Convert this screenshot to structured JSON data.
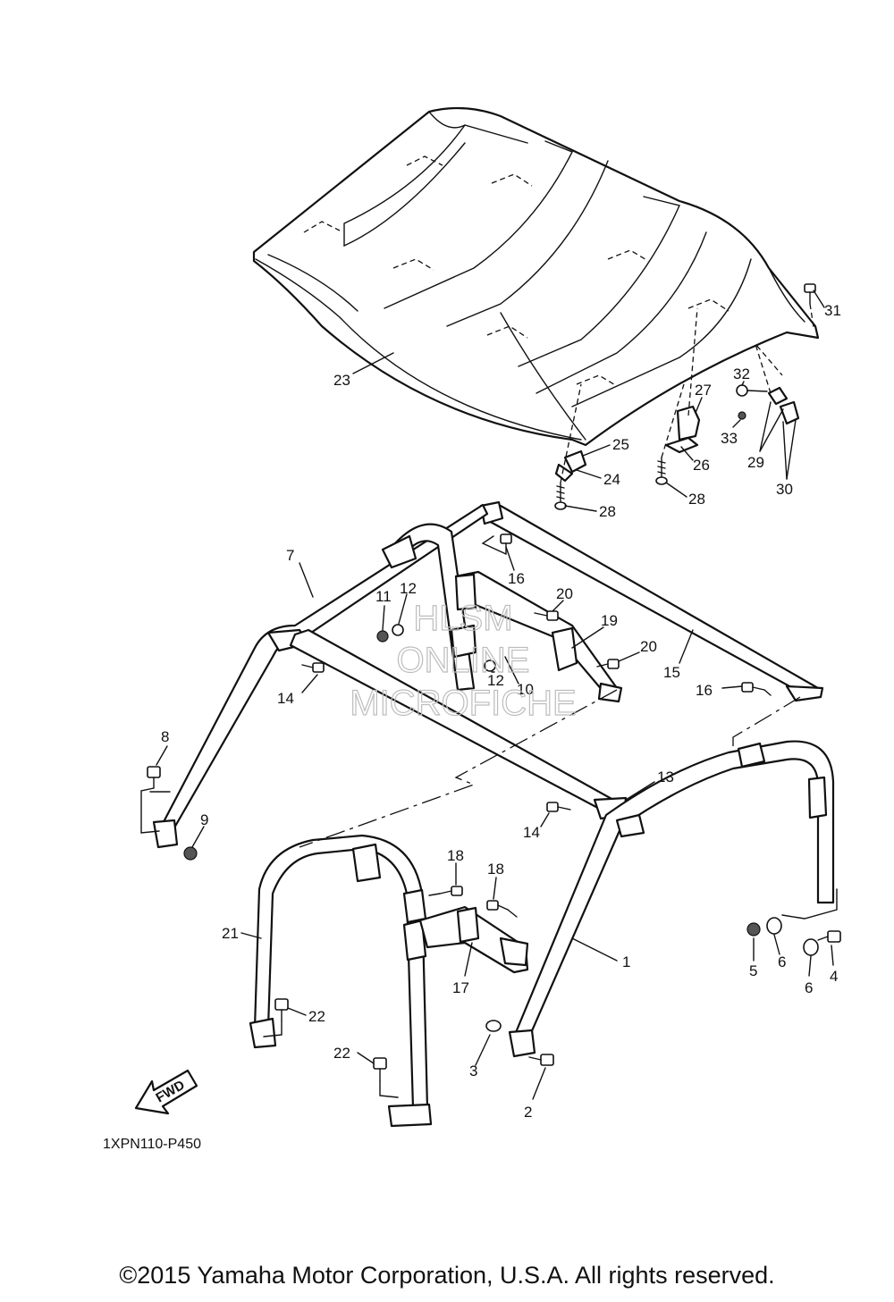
{
  "diagram": {
    "drawing_code": "1XPN110-P450",
    "direction_label": "FWD",
    "watermark": [
      "HLSM",
      "ONLINE",
      "MICROFICHE"
    ],
    "copyright": "©2015 Yamaha Motor Corporation, U.S.A. All rights reserved.",
    "callouts": [
      {
        "id": "1",
        "text": "1"
      },
      {
        "id": "2",
        "text": "2"
      },
      {
        "id": "3",
        "text": "3"
      },
      {
        "id": "4",
        "text": "4"
      },
      {
        "id": "5",
        "text": "5"
      },
      {
        "id": "6a",
        "text": "6"
      },
      {
        "id": "6b",
        "text": "6"
      },
      {
        "id": "7",
        "text": "7"
      },
      {
        "id": "8",
        "text": "8"
      },
      {
        "id": "9",
        "text": "9"
      },
      {
        "id": "10",
        "text": "10"
      },
      {
        "id": "11",
        "text": "11"
      },
      {
        "id": "12a",
        "text": "12"
      },
      {
        "id": "12b",
        "text": "12"
      },
      {
        "id": "13",
        "text": "13"
      },
      {
        "id": "14a",
        "text": "14"
      },
      {
        "id": "14b",
        "text": "14"
      },
      {
        "id": "15",
        "text": "15"
      },
      {
        "id": "16a",
        "text": "16"
      },
      {
        "id": "16b",
        "text": "16"
      },
      {
        "id": "17",
        "text": "17"
      },
      {
        "id": "18a",
        "text": "18"
      },
      {
        "id": "18b",
        "text": "18"
      },
      {
        "id": "19",
        "text": "19"
      },
      {
        "id": "20a",
        "text": "20"
      },
      {
        "id": "20b",
        "text": "20"
      },
      {
        "id": "21",
        "text": "21"
      },
      {
        "id": "22a",
        "text": "22"
      },
      {
        "id": "22b",
        "text": "22"
      },
      {
        "id": "23",
        "text": "23"
      },
      {
        "id": "24",
        "text": "24"
      },
      {
        "id": "25",
        "text": "25"
      },
      {
        "id": "26",
        "text": "26"
      },
      {
        "id": "27",
        "text": "27"
      },
      {
        "id": "28a",
        "text": "28"
      },
      {
        "id": "28b",
        "text": "28"
      },
      {
        "id": "29",
        "text": "29"
      },
      {
        "id": "30",
        "text": "30"
      },
      {
        "id": "31",
        "text": "31"
      },
      {
        "id": "32",
        "text": "32"
      },
      {
        "id": "33",
        "text": "33"
      }
    ]
  }
}
